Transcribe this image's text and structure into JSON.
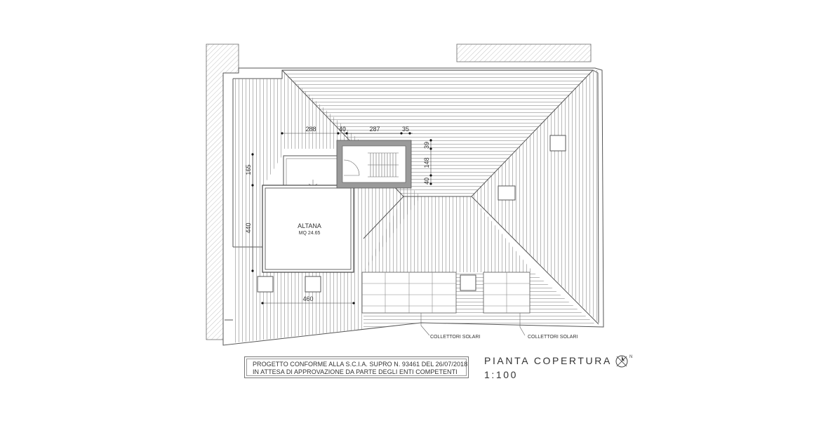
{
  "drawing": {
    "title": "PIANTA COPERTURA",
    "scale": "1:100",
    "north_label": "N",
    "altana": {
      "name": "ALTANA",
      "area": "MQ 24.65"
    },
    "dimensions": {
      "d288": "288",
      "d40a": "40",
      "d287": "287",
      "d35": "35",
      "d39": "39",
      "d148": "148",
      "d40b": "40",
      "d165": "165",
      "d440": "440",
      "d460": "460"
    },
    "solar_labels": [
      "COLLETTORI SOLARI",
      "COLLETTORI SOLARI"
    ]
  },
  "note": {
    "line1": "PROGETTO CONFORME ALLA S.C.I.A. SUPRO N. 93461 DEL 26/07/2018",
    "line2": "IN ATTESA DI APPROVAZIONE DA PARTE DEGLI ENTI COMPETENTI"
  },
  "colors": {
    "line": "#555555",
    "hatch": "#8a8a8a",
    "stair_wall": "#9a9a9a"
  }
}
